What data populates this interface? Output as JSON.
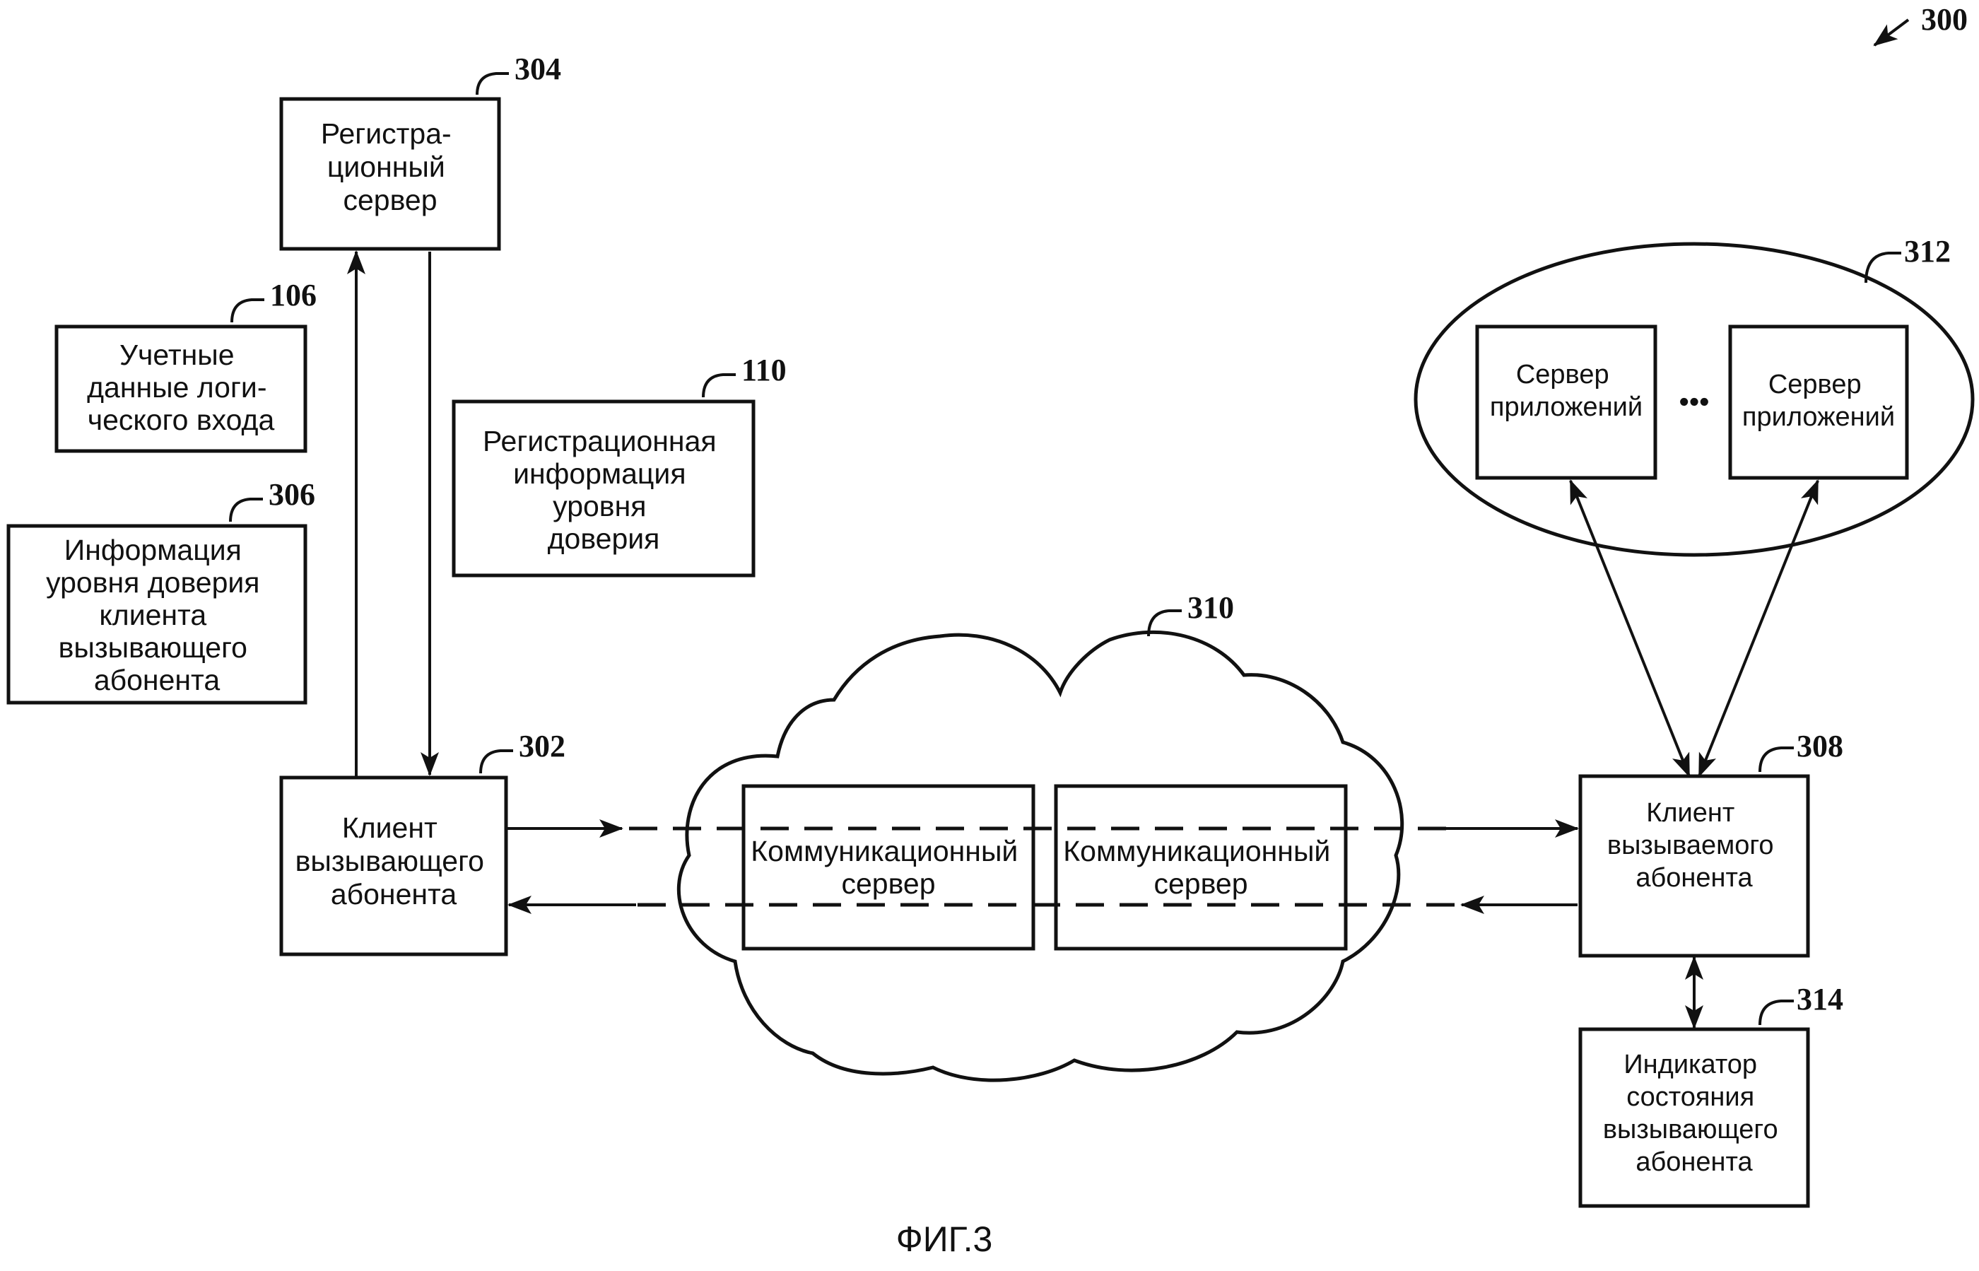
{
  "figure": {
    "number": "300",
    "caption": "ФИГ.3"
  },
  "registration_server": {
    "ref": "304",
    "lines": [
      "Регистра-",
      "ционный",
      "сервер"
    ]
  },
  "login_credentials": {
    "ref": "106",
    "lines": [
      "Учетные",
      "данные логи-",
      "ческого входа"
    ]
  },
  "caller_trust_info": {
    "ref": "306",
    "lines": [
      "Информация",
      "уровня доверия",
      "клиента",
      "вызывающего",
      "абонента"
    ]
  },
  "registration_trust_info": {
    "ref": "110",
    "lines": [
      "Регистрационная",
      "информация",
      "уровня",
      "доверия"
    ]
  },
  "caller_client": {
    "ref": "302",
    "lines": [
      "Клиент",
      "вызывающего",
      "абонента"
    ]
  },
  "network": {
    "ref": "310",
    "servers": [
      {
        "lines": [
          "Коммуникационный",
          "сервер"
        ]
      },
      {
        "lines": [
          "Коммуникационный",
          "сервер"
        ]
      }
    ]
  },
  "app_servers_group": {
    "ref": "312",
    "servers": [
      {
        "lines": [
          "Сервер",
          "приложений"
        ]
      },
      {
        "lines": [
          "Сервер",
          "приложений"
        ]
      }
    ],
    "ellipsis": "•••"
  },
  "callee_client": {
    "ref": "308",
    "lines": [
      "Клиент",
      "вызываемого",
      "абонента"
    ]
  },
  "caller_status_indicator": {
    "ref": "314",
    "lines": [
      "Индикатор",
      "состояния",
      "вызывающего",
      "абонента"
    ]
  }
}
